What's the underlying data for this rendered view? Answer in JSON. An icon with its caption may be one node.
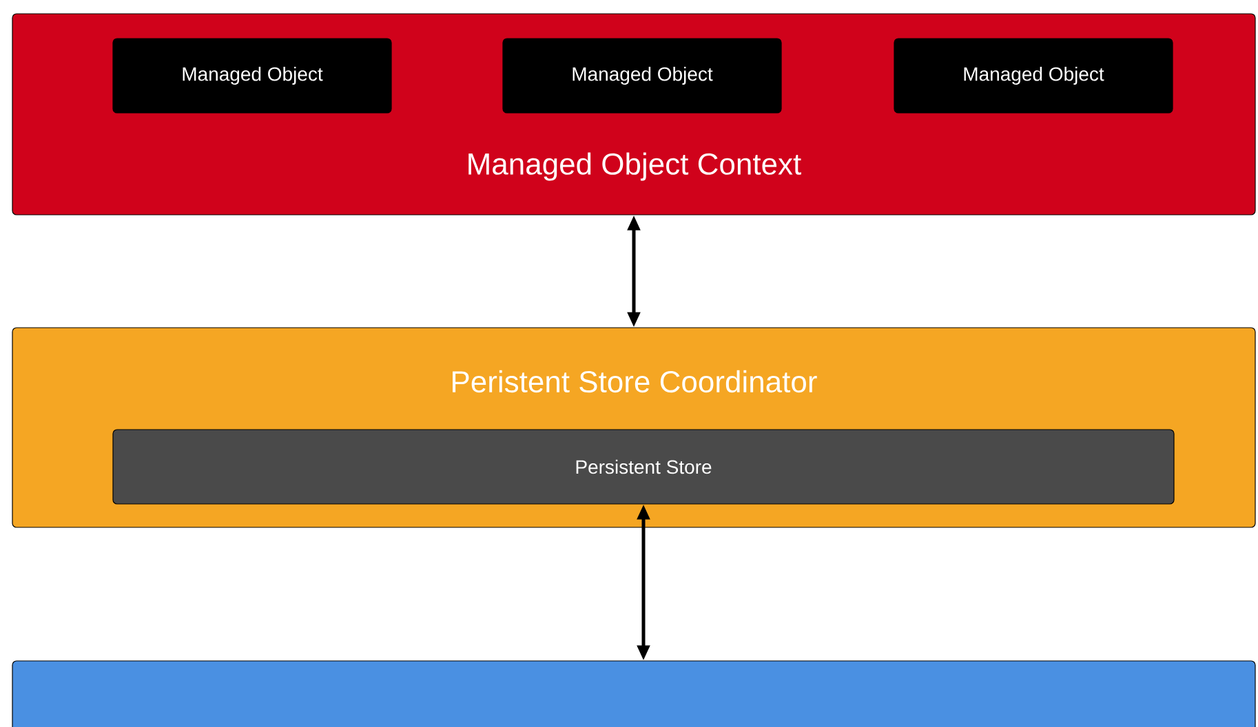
{
  "diagram": {
    "nodes": [
      {
        "text": [
          "Managed Object Context"
        ]
      },
      {
        "text": [
          "Managed Object"
        ],
        "in": 0
      },
      {
        "text": [
          "Managed Object"
        ],
        "in": 0
      },
      {
        "text": [
          "Managed Object"
        ],
        "in": 0
      },
      {
        "text": [
          "Peristent Store Coordinator"
        ]
      },
      {
        "text": [
          "Persistent Store"
        ],
        "in": 4
      },
      {
        "text": [],
        "shape": "box"
      }
    ],
    "edges": [
      {
        "from": 0,
        "to": 4,
        "arrow": "both"
      },
      {
        "from": 5,
        "to": 6,
        "arrow": "both"
      }
    ]
  }
}
